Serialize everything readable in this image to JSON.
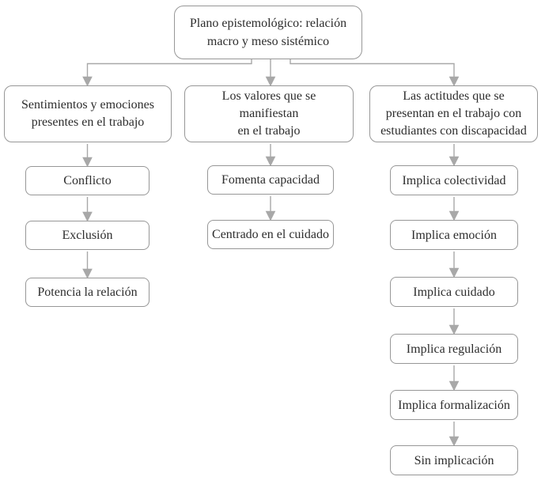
{
  "diagram": {
    "root": {
      "label": "Plano epistemológico: relación\nmacro y meso sistémico"
    },
    "columns": [
      {
        "header": "Sentimientos y emociones\npresentes en el trabajo",
        "children": [
          "Conflicto",
          "Exclusión",
          "Potencia la relación"
        ]
      },
      {
        "header": "Los valores que se\nmanifiestan\nen el trabajo",
        "children": [
          "Fomenta capacidad",
          "Centrado en el cuidado"
        ]
      },
      {
        "header": "Las actitudes que se\npresentan en el trabajo con\nestudiantes con discapacidad",
        "children": [
          "Implica colectividad",
          "Implica emoción",
          "Implica cuidado",
          "Implica regulación",
          "Implica formalización",
          "Sin implicación"
        ]
      }
    ],
    "colors": {
      "background": "#ffffff",
      "box_border": "#979797",
      "arrow": "#a8a8a8",
      "text": "#2d2d2d"
    }
  }
}
